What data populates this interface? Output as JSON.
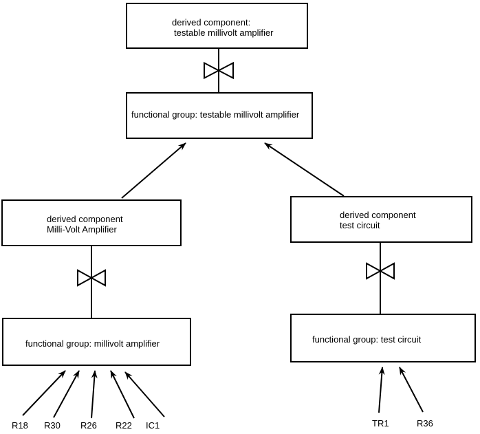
{
  "diagram": {
    "background_color": "#ffffff",
    "line_color": "#000000",
    "nodes": {
      "top_derived": {
        "line1": "derived component:",
        "line2": "testable millivolt amplifier"
      },
      "top_group": {
        "label": "functional group: testable millivolt amplifier"
      },
      "left_derived": {
        "line1": "derived component",
        "line2": "Milli-Volt Amplifier"
      },
      "right_derived": {
        "line1": "derived component",
        "line2": "test circuit"
      },
      "left_group": {
        "label": "functional group: millivolt amplifier"
      },
      "right_group": {
        "label": "functional group: test circuit"
      }
    },
    "components_left": [
      "R18",
      "R30",
      "R26",
      "R22",
      "IC1"
    ],
    "components_right": [
      "TR1",
      "R36"
    ],
    "edges": [
      {
        "from": "top_derived",
        "to": "top_group",
        "style": "bowtie-connector"
      },
      {
        "from": "left_derived",
        "to": "top_group",
        "style": "arrow"
      },
      {
        "from": "right_derived",
        "to": "top_group",
        "style": "arrow"
      },
      {
        "from": "left_derived",
        "to": "left_group",
        "style": "bowtie-connector"
      },
      {
        "from": "right_derived",
        "to": "right_group",
        "style": "bowtie-connector"
      },
      {
        "from": "R18",
        "to": "left_group",
        "style": "arrow"
      },
      {
        "from": "R30",
        "to": "left_group",
        "style": "arrow"
      },
      {
        "from": "R26",
        "to": "left_group",
        "style": "arrow"
      },
      {
        "from": "R22",
        "to": "left_group",
        "style": "arrow"
      },
      {
        "from": "IC1",
        "to": "left_group",
        "style": "arrow"
      },
      {
        "from": "TR1",
        "to": "right_group",
        "style": "arrow"
      },
      {
        "from": "R36",
        "to": "right_group",
        "style": "arrow"
      }
    ]
  }
}
